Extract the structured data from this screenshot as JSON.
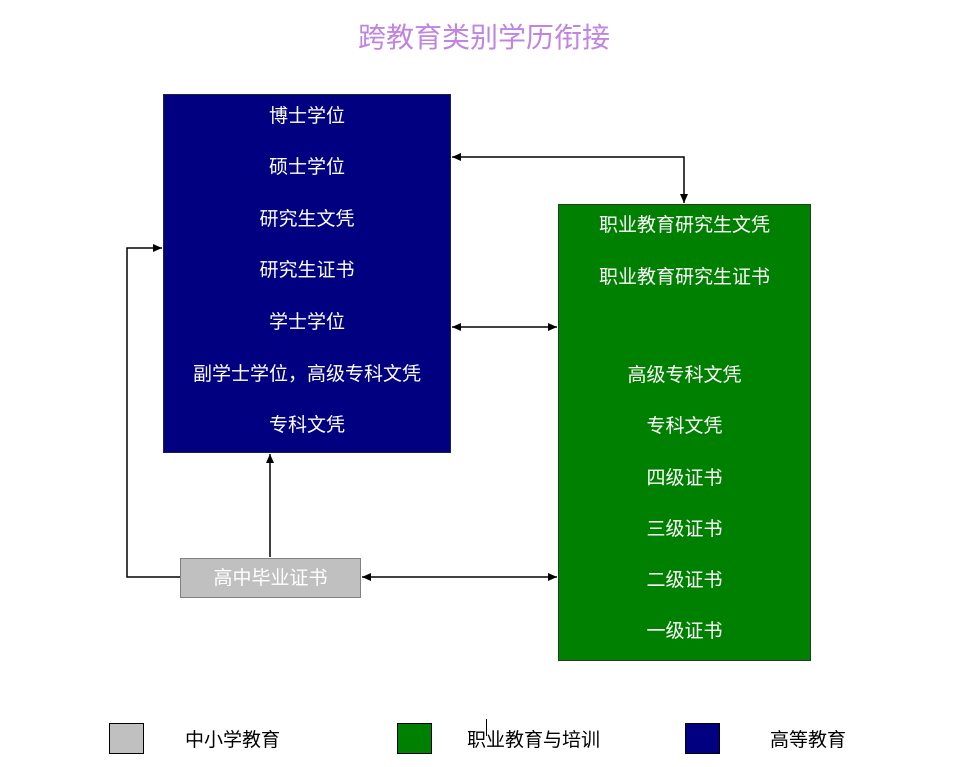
{
  "title": "跨教育类别学历衔接",
  "higher_education": {
    "items": [
      "博士学位",
      "硕士学位",
      "研究生文凭",
      "研究生证书",
      "学士学位",
      "副学士学位，高级专科文凭",
      "专科文凭"
    ]
  },
  "vocational": {
    "items": [
      "职业教育研究生文凭",
      "职业教育研究生证书",
      "高级专科文凭",
      "专科文凭",
      "四级证书",
      "三级证书",
      "二级证书",
      "一级证书"
    ]
  },
  "school": {
    "label": "高中毕业证书"
  },
  "legend": [
    {
      "label": "中小学教育",
      "color": "#c0c0c0"
    },
    {
      "label": "职业教育与培训",
      "color": "#008000"
    },
    {
      "label": "高等教育",
      "color": "#000080"
    }
  ],
  "colors": {
    "title": "#c084e2",
    "higher_education": "#000080",
    "vocational": "#008000",
    "school": "#c0c0c0",
    "arrow": "#000000"
  }
}
